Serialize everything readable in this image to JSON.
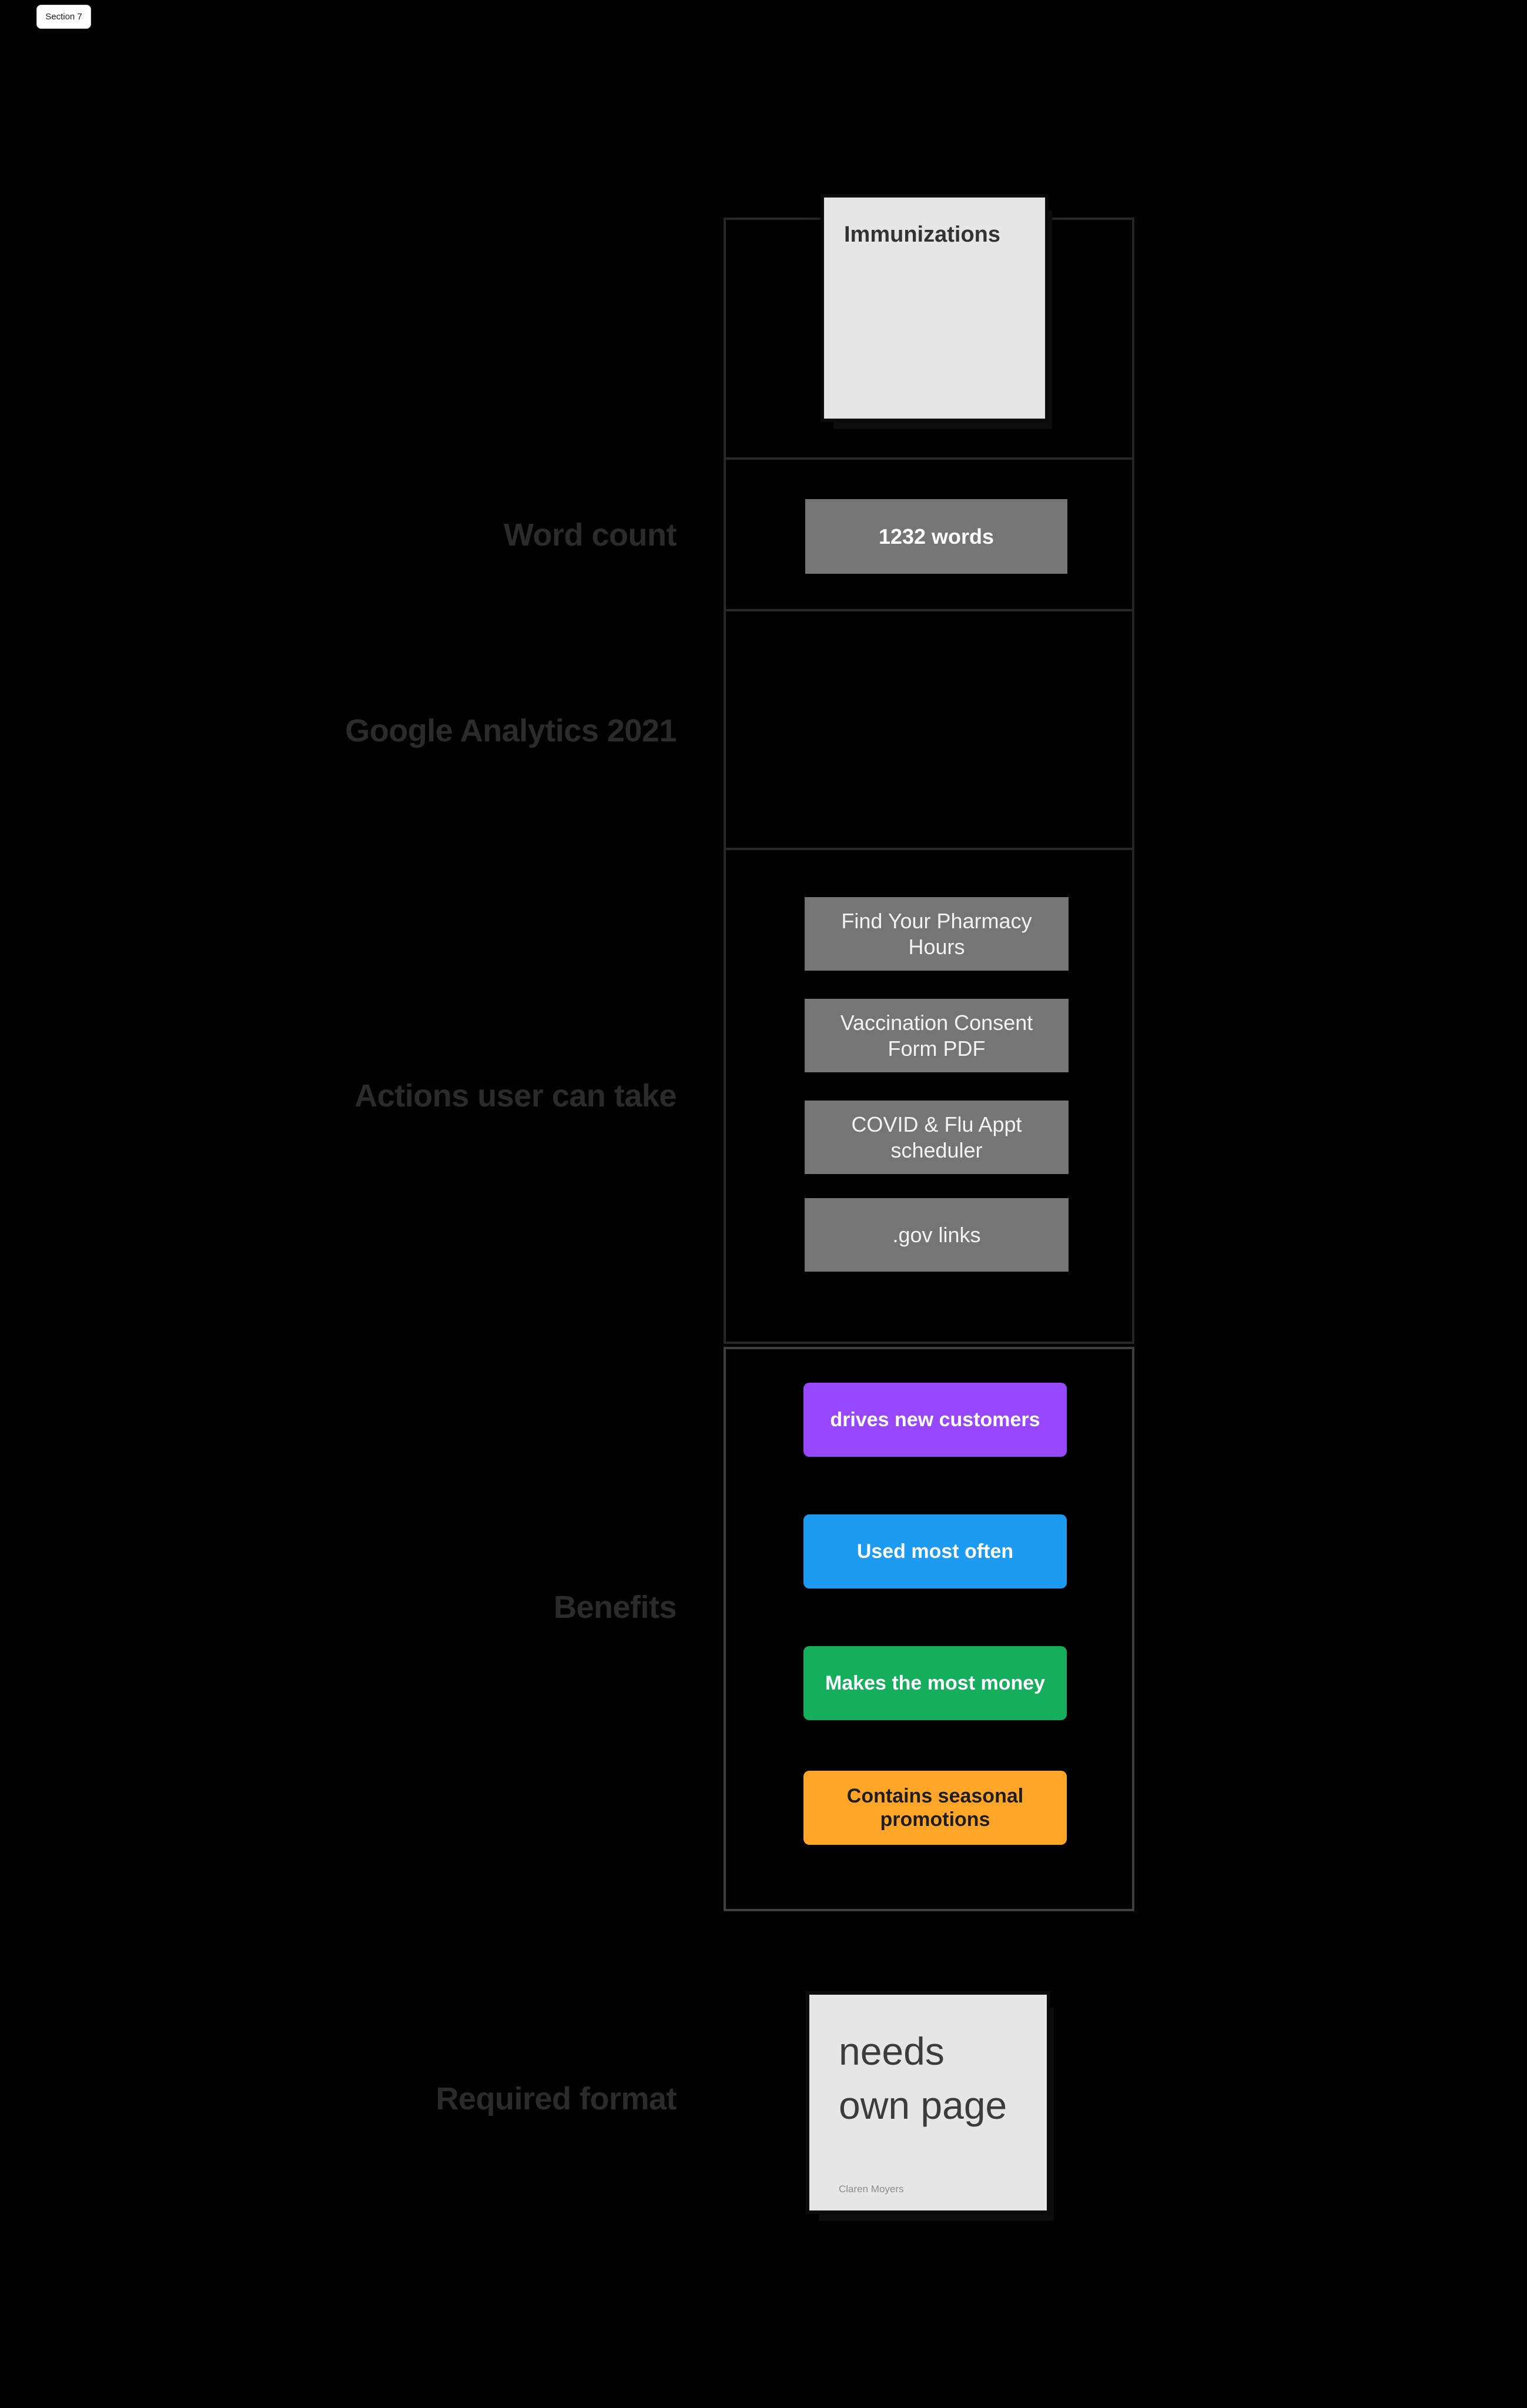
{
  "header": {
    "section_chip": "Section 7"
  },
  "rows": {
    "immunizations": {
      "note_title": "Immunizations"
    },
    "word_count": {
      "heading": "Word count",
      "value_label": "1232 words"
    },
    "analytics": {
      "heading": "Google Analytics 2021"
    },
    "actions": {
      "heading": "Actions user can take",
      "buttons": [
        {
          "label": "Find Your Pharmacy Hours"
        },
        {
          "label": "Vaccination Consent Form PDF"
        },
        {
          "label": "COVID & Flu Appt scheduler"
        },
        {
          "label": ".gov links"
        }
      ]
    },
    "benefits": {
      "heading": "Benefits",
      "buttons": [
        {
          "label": "drives new customers",
          "color": "#9747ff",
          "text_color": "#ffffff"
        },
        {
          "label": "Used most often",
          "color": "#1d9bf0",
          "text_color": "#ffffff"
        },
        {
          "label": "Makes the most money",
          "color": "#14ae5c",
          "text_color": "#ffffff"
        },
        {
          "label": "Contains seasonal promotions",
          "color": "#ffa629",
          "text_color": "#1e1e1e"
        }
      ]
    },
    "required_format": {
      "heading": "Required format",
      "note_text": "needs\nown page",
      "note_author": "Claren Moyers"
    }
  },
  "colors": {
    "background": "#000000",
    "grid_border": "#272727",
    "benefits_border": "#3f3f3f",
    "shape_gray": "#757575",
    "sticky_bg": "#e6e6e6",
    "heading_text": "#2b2b2b"
  }
}
